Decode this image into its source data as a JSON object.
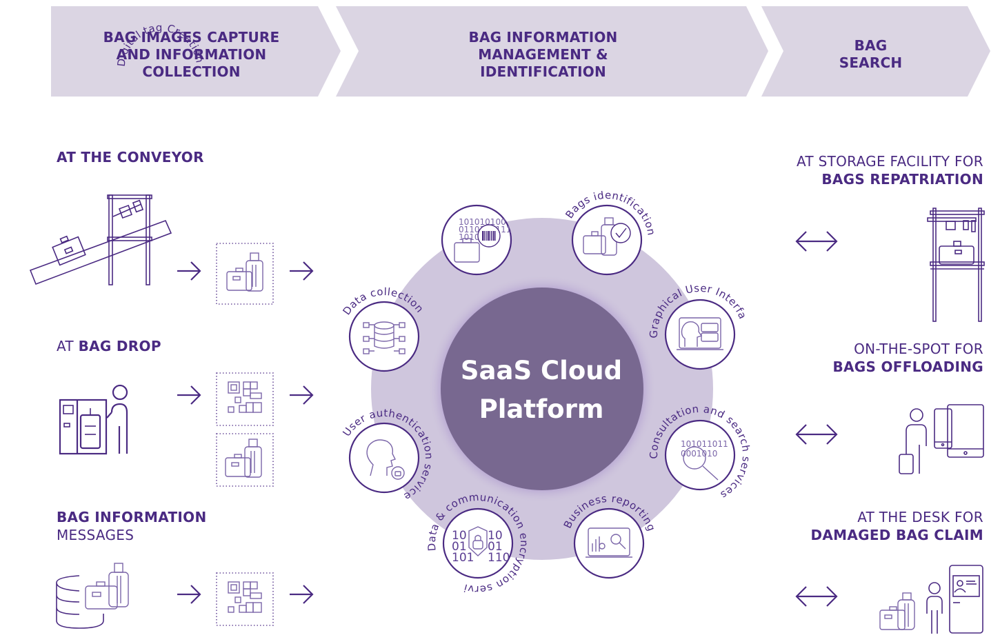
{
  "stages": [
    {
      "lines": [
        "BAG IMAGES CAPTURE",
        "AND INFORMATION",
        "COLLECTION"
      ]
    },
    {
      "lines": [
        "BAG INFORMATION",
        "MANAGEMENT &",
        "IDENTIFICATION"
      ]
    },
    {
      "lines": [
        "BAG",
        "SEARCH"
      ]
    }
  ],
  "left_sections": [
    {
      "regular_before": "",
      "bold": "AT THE CONVEYOR",
      "regular_after": "",
      "icon": "conveyor-scanner-icon",
      "outputs": [
        "luggage-icon"
      ]
    },
    {
      "regular_before": "AT ",
      "bold": "BAG DROP",
      "regular_after": "",
      "icon": "bag-drop-kiosk-icon",
      "outputs": [
        "qr-code-icon",
        "luggage-icon"
      ]
    },
    {
      "regular_before": "",
      "bold": "BAG INFORMATION",
      "regular_after": "MESSAGES",
      "icon": "database-luggage-icon",
      "outputs": [
        "qr-code-icon"
      ]
    }
  ],
  "platform": {
    "title_line1": "SaaS Cloud",
    "title_line2": "Platform",
    "colors": {
      "core": "#786890",
      "ring": "#cfc6dd",
      "accent": "#4a2a82",
      "banner": "#dbd5e3"
    },
    "services": [
      {
        "label": "Digital tag Creation",
        "icon": "barcode-tag-icon",
        "binary": [
          "101010100",
          "0110110111",
          "10101"
        ]
      },
      {
        "label": "Bags identification",
        "icon": "bag-check-icon"
      },
      {
        "label": "Graphical User Interface",
        "icon": "user-interface-icon"
      },
      {
        "label": "Consultation and search services",
        "icon": "search-binary-icon",
        "binary": [
          "101011011",
          "0001010"
        ]
      },
      {
        "label": "Business reporting",
        "icon": "report-chart-icon"
      },
      {
        "label": "Data & communication encryption service",
        "icon": "shield-lock-icon",
        "binary": [
          "10",
          "01",
          "101",
          "10",
          "01",
          "110"
        ]
      },
      {
        "label": "User authentication service",
        "icon": "face-auth-icon"
      },
      {
        "label": "Data collection",
        "icon": "database-network-icon"
      }
    ]
  },
  "right_sections": [
    {
      "regular": "AT STORAGE FACILITY FOR",
      "bold": "BAGS REPATRIATION",
      "icon": "storage-rack-icon"
    },
    {
      "regular": "ON-THE-SPOT FOR",
      "bold": "BAGS OFFLOADING",
      "icon": "person-mobile-devices-icon"
    },
    {
      "regular": "AT THE DESK FOR",
      "bold": "DAMAGED BAG CLAIM",
      "icon": "desk-claim-icon"
    }
  ]
}
